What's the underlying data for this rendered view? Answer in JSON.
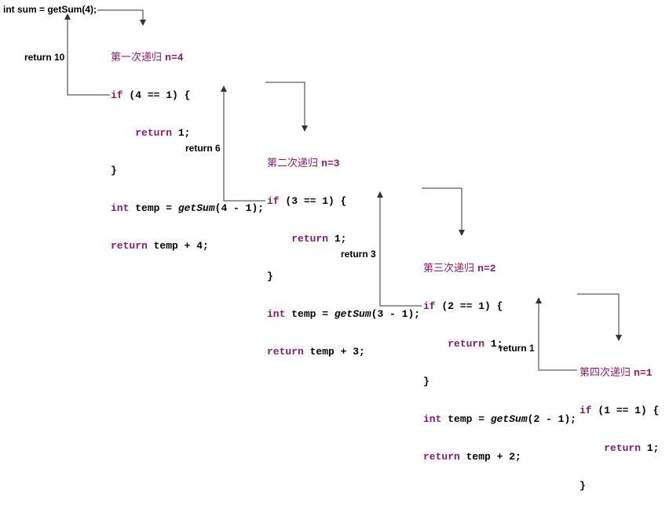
{
  "top_statement": "int sum = getSum(4);",
  "steps": [
    {
      "title": "第一次递归",
      "n_label": "n=4",
      "if_cond": "(4 == 1) {",
      "temp_call_arg": "(4 - 1);",
      "return_expr": "temp + 4;",
      "return_label": "return 10"
    },
    {
      "title": "第二次递归",
      "n_label": "n=3",
      "if_cond": "(3 == 1) {",
      "temp_call_arg": "(3 - 1);",
      "return_expr": "temp + 3;",
      "return_label": "return 6"
    },
    {
      "title": "第三次递归",
      "n_label": "n=2",
      "if_cond": "(2 == 1) {",
      "temp_call_arg": "(2 - 1);",
      "return_expr": "temp + 2;",
      "return_label": "return 3"
    },
    {
      "title": "第四次递归",
      "n_label": "n=1",
      "if_cond": "(1 == 1) {",
      "return_label": "return 1"
    }
  ],
  "code": {
    "kw_if": "if",
    "kw_return": "return",
    "kw_int": "int",
    "one": "1;",
    "brace_close": "}",
    "temp_assign": "temp = ",
    "fn_name": "getSum"
  }
}
